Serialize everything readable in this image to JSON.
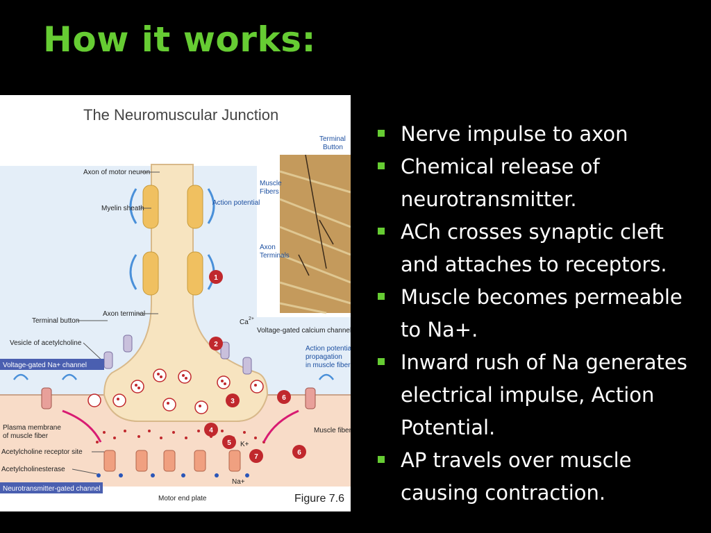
{
  "slide": {
    "title": "How it works:",
    "bullets": [
      "Nerve impulse to axon",
      "Chemical release of neurotransmitter.",
      "ACh crosses synaptic cleft and attaches to receptors.",
      "Muscle becomes permeable to Na+.",
      "Inward rush of Na generates electrical impulse, Action Potential.",
      "AP travels over muscle causing contraction."
    ]
  },
  "figure": {
    "title": "The Neuromuscular Junction",
    "figure_label": "Figure 7.6",
    "labels": {
      "axon": "Axon of motor neuron",
      "myelin": "Myelin sheath",
      "action_potential": "Action potential",
      "axon_terminal": "Axon terminal",
      "terminal_button": "Terminal button",
      "vesicle": "Vesicle of acetylcholine",
      "na_channel": "Voltage-gated Na+ channel",
      "plasma_membrane_1": "Plasma membrane",
      "plasma_membrane_2": "of muscle fiber",
      "receptor_site": "Acetylcholine receptor site",
      "ache": "Acetylcholinesterase",
      "nt_channel": "Neurotransmitter-gated channel",
      "motor_end_plate": "Motor end plate",
      "ca": "Ca",
      "ca_sup": "2+",
      "ca_channel": "Voltage-gated calcium channel",
      "ap_prop_1": "Action potential",
      "ap_prop_2": "propagation",
      "ap_prop_3": "in muscle fiber",
      "muscle_fiber": "Muscle fiber",
      "k": "K+",
      "na": "Na+",
      "terminal_button_inset_1": "Terminal",
      "terminal_button_inset_2": "Button",
      "muscle_fibers_1": "Muscle",
      "muscle_fibers_2": "Fibers",
      "axon_terminals_1": "Axon",
      "axon_terminals_2": "Terminals"
    },
    "steps": [
      "1",
      "2",
      "3",
      "4",
      "5",
      "6",
      "6",
      "7"
    ]
  },
  "colors": {
    "title": "#66cc33",
    "bullet_square": "#66cc33",
    "text": "#ffffff",
    "background": "#000000",
    "axon": "#f6e2bd",
    "myelin": "#f0c060",
    "muscle": "#f7d9c4",
    "cleft": "#dbe9f7",
    "step_circle": "#c0282d",
    "label_bar": "#4a5fb0"
  }
}
